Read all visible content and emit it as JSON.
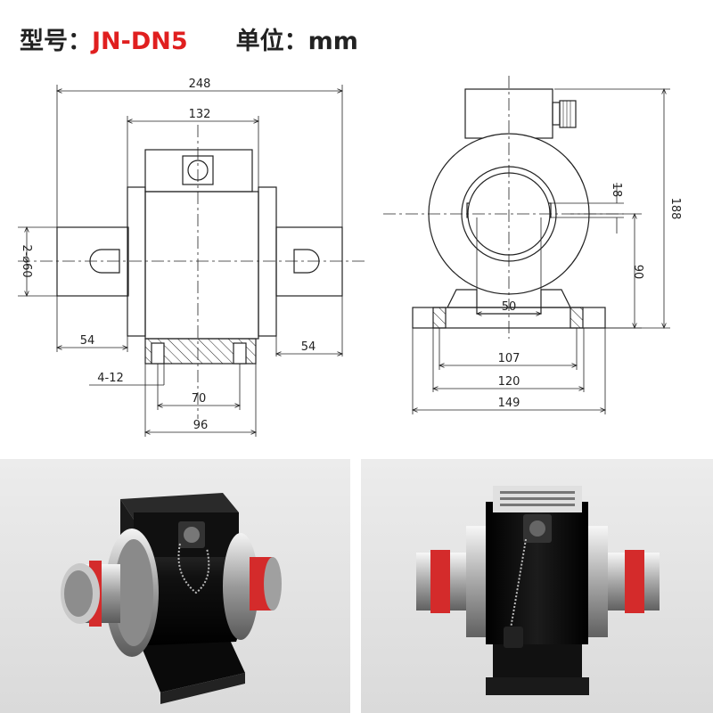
{
  "header": {
    "model_label": "型号：",
    "model_value": "JN-DN5",
    "unit_label": "单位：",
    "unit_value": "mm"
  },
  "colors": {
    "model_highlight": "#e01f1f",
    "line": "#222222",
    "photo_background": "#e3e3e3",
    "sensor_body": "#111111",
    "coupling_red": "#d42b2b"
  },
  "dimensions": {
    "front_view": {
      "overall_length": "248",
      "housing_width": "132",
      "shaft_diameter": "2-⌀60",
      "left_shaft_length": "54",
      "right_shaft_length": "54",
      "mounting_holes": "4-12",
      "hole_spacing": "70",
      "base_width": "96"
    },
    "side_view": {
      "overall_height": "188",
      "keyway_depth": "18",
      "center_height": "90",
      "inner_bore": "50",
      "hole_spacing": "107",
      "base_inner": "120",
      "base_width": "149"
    }
  },
  "photos": [
    {
      "name": "product-photo-angled"
    },
    {
      "name": "product-photo-front"
    }
  ]
}
